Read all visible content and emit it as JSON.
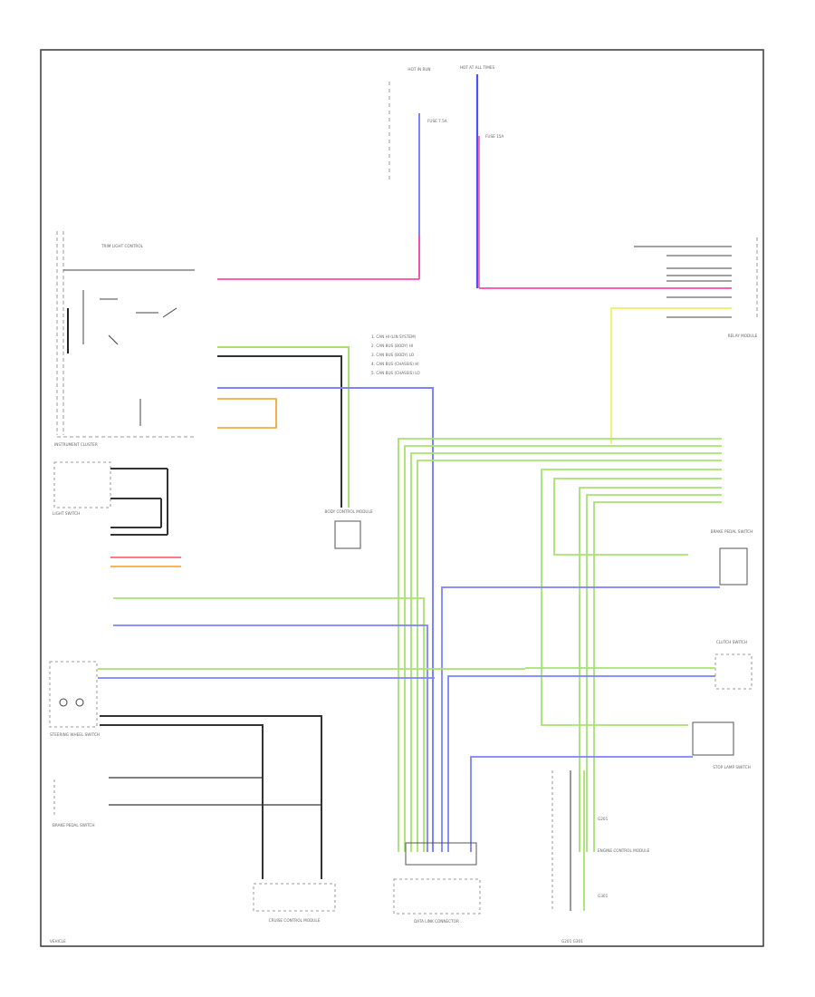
{
  "colors": {
    "ground": "#000000",
    "blue": "#3d45ff",
    "violet": "#7b83ff",
    "pink": "#ff4aa8",
    "green": "#a8e26e",
    "yellow": "#eef27a",
    "orange": "#f59b1e",
    "gray": "#444444"
  },
  "labels": {
    "hot_in_run": "HOT IN RUN",
    "hot_at_all_times": "HOT AT ALL TIMES",
    "fuse_top_left": "FUSE 7.5A",
    "fuse_top_right": "FUSE 15A",
    "relay_module": "RELAY MODULE",
    "trim_light_control": "TRIM LIGHT CONTROL",
    "instrument_cluster": "INSTRUMENT CLUSTER",
    "light_switch": "LIGHT SWITCH",
    "bcm": "BODY CONTROL MODULE",
    "brake_pedal_switch": "BRAKE PEDAL SWITCH",
    "clutch_switch": "CLUTCH SWITCH",
    "cruise_control_module": "CRUISE CONTROL MODULE",
    "steering_wheel_switch": "STEERING WHEEL SWITCH",
    "stop_lamp_switch": "STOP LAMP SWITCH",
    "data_link": "DATA LINK CONNECTOR",
    "engine_control_module": "ENGINE CONTROL MODULE",
    "ground_point": "G201",
    "ground_point_2": "G301",
    "legend_1": "1. CAN HI (LIN SYSTEM)",
    "legend_2": "2. CAN BUS (BODY) HI",
    "legend_3": "3. CAN BUS (BODY) LO",
    "legend_4": "4. CAN BUS (CHASSIS) HI",
    "legend_5": "5. CAN BUS (CHASSIS) LO",
    "footer_left": "VEHICLE",
    "footer_right": "G201 G301"
  }
}
